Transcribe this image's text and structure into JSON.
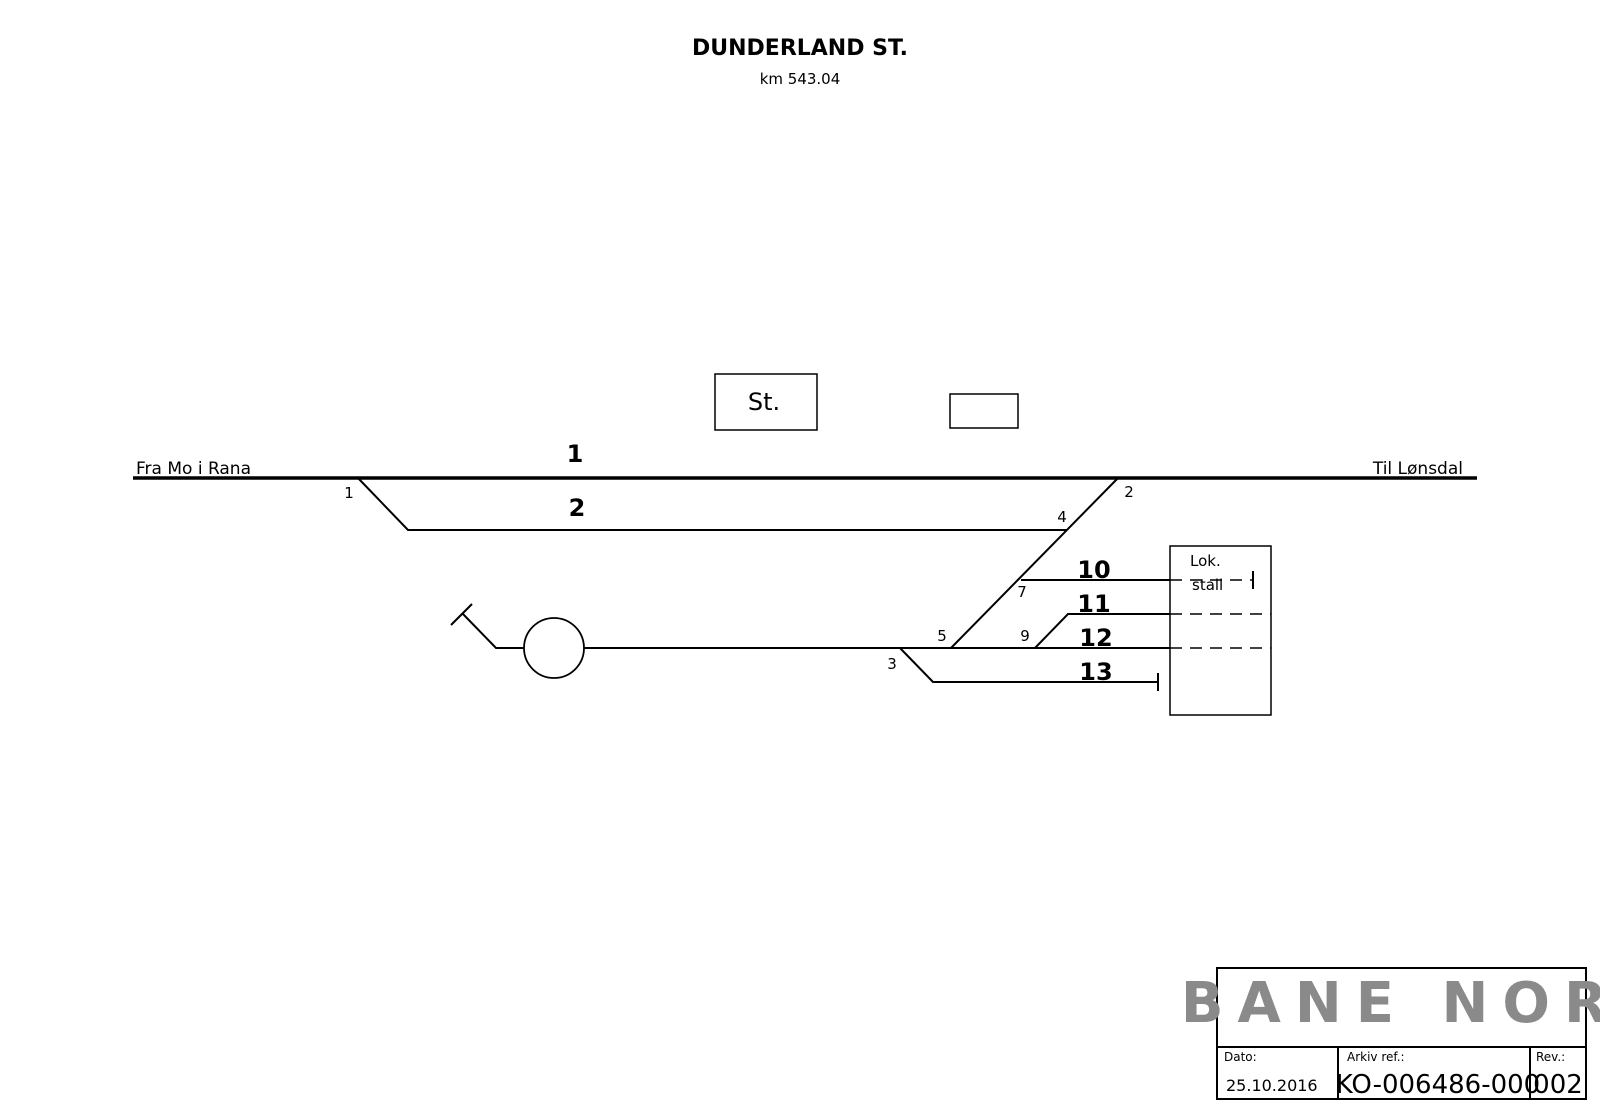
{
  "title": "DUNDERLAND ST.",
  "subtitle": "km 543.04",
  "directions": {
    "left": "Fra Mo i Rana",
    "right": "Til Lønsdal"
  },
  "station_building": {
    "label": "St."
  },
  "depot": {
    "label_line1": "Lok.",
    "label_line2": "stall"
  },
  "tracks": [
    "1",
    "2",
    "10",
    "11",
    "12",
    "13"
  ],
  "switches": [
    "1",
    "2",
    "3",
    "4",
    "5",
    "7",
    "9"
  ],
  "title_block": {
    "logo": "BANE NOR",
    "date_label": "Dato:",
    "date_value": "25.10.2016",
    "archive_label": "Arkiv ref.:",
    "archive_value": "KO-006486-000",
    "rev_label": "Rev.:",
    "rev_value": "002"
  }
}
